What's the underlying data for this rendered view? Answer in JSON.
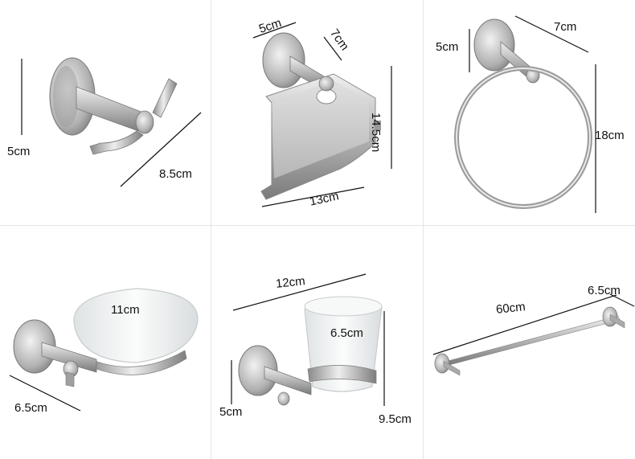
{
  "products": {
    "robe_hook": {
      "height": "5cm",
      "depth": "8.5cm"
    },
    "paper_holder": {
      "depth_a": "5cm",
      "depth_b": "7cm",
      "height": "14.5cm",
      "width": "13cm"
    },
    "towel_ring": {
      "base": "5cm",
      "depth": "7cm",
      "height": "18cm"
    },
    "soap_dish": {
      "dish_width": "11cm",
      "depth": "6.5cm"
    },
    "cup_holder": {
      "width": "12cm",
      "cup_diameter": "6.5cm",
      "base": "5cm",
      "height": "9.5cm"
    },
    "towel_bar": {
      "length": "60cm",
      "depth": "6.5cm"
    }
  },
  "colors": {
    "steel_light": "#e6e6e6",
    "steel_dark": "#8c8c8c",
    "frost": "#eef1f2",
    "line": "#111111"
  }
}
